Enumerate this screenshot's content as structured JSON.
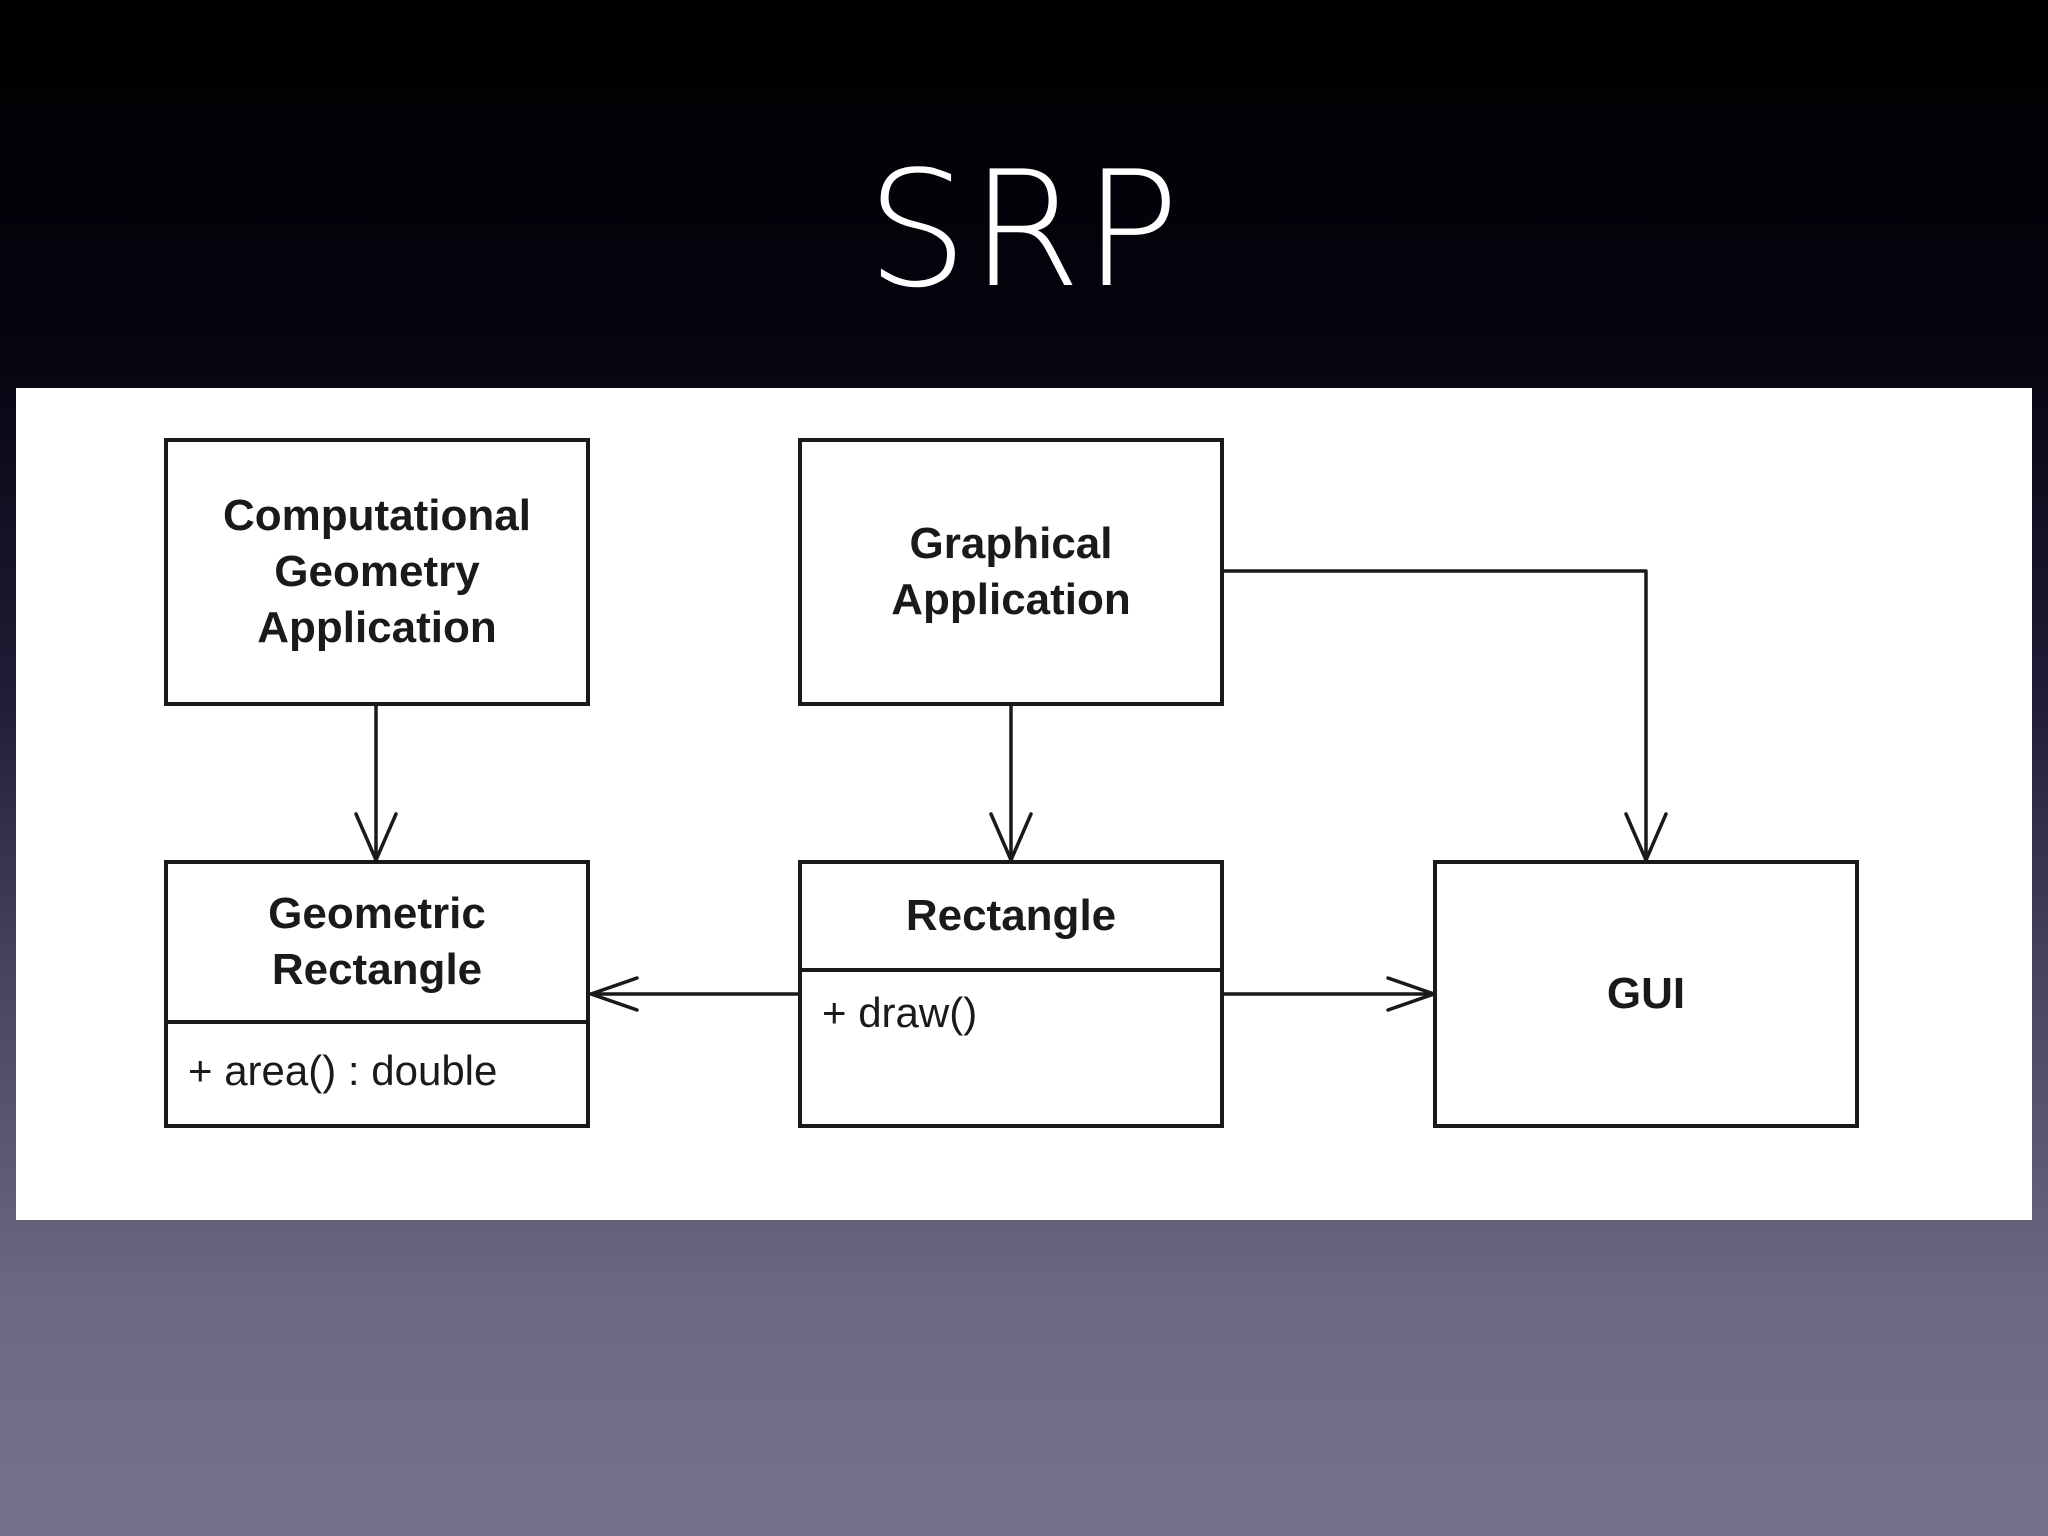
{
  "slide": {
    "title": "SRP"
  },
  "diagram": {
    "classes": {
      "computational_geometry_application": {
        "name": "Computational\nGeometry\nApplication"
      },
      "graphical_application": {
        "name": "Graphical\nApplication"
      },
      "geometric_rectangle": {
        "name": "Geometric\nRectangle",
        "operation": "+ area() : double"
      },
      "rectangle": {
        "name": "Rectangle",
        "operation": "+ draw()"
      },
      "gui": {
        "name": "GUI"
      }
    },
    "relations": [
      {
        "from": "Computational Geometry Application",
        "to": "Geometric Rectangle",
        "type": "dependency"
      },
      {
        "from": "Graphical Application",
        "to": "Rectangle",
        "type": "dependency"
      },
      {
        "from": "Graphical Application",
        "to": "GUI",
        "type": "dependency"
      },
      {
        "from": "Rectangle",
        "to": "Geometric Rectangle",
        "type": "dependency"
      },
      {
        "from": "Rectangle",
        "to": "GUI",
        "type": "dependency"
      }
    ]
  },
  "colors": {
    "panel_background": "#ffffff",
    "stroke": "#1a1a1a",
    "title_text": "#ffffff"
  }
}
